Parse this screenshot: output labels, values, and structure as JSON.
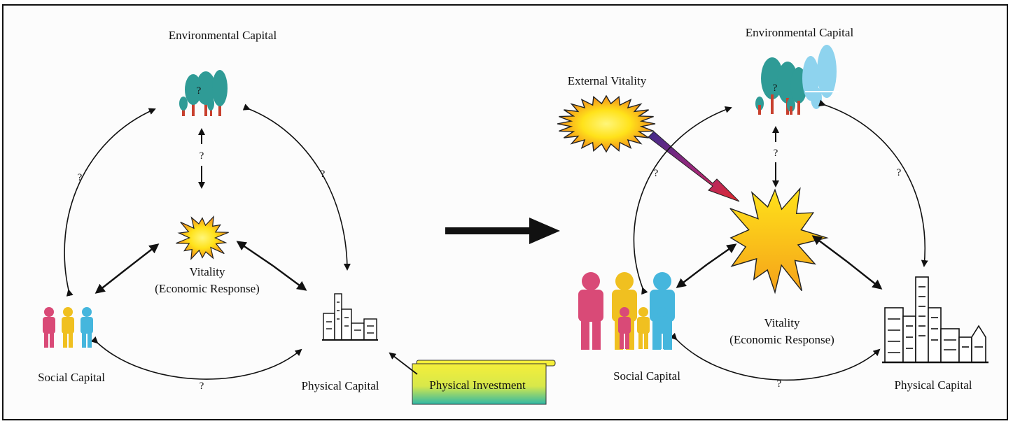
{
  "colors": {
    "frame": "#111111",
    "arrow": "#111111",
    "tree_teal": "#2f9b96",
    "tree_light": "#8ed3ee",
    "trunk": "#c8402e",
    "person_pink": "#d94a77",
    "person_yellow": "#f0c020",
    "person_blue": "#45b6dd",
    "burst_yellow": "#ffe21a",
    "burst_orange": "#f07a1a",
    "scroll_yellow": "#f4ee3a",
    "scroll_teal": "#2eb7a6",
    "gradient_arrow_start": "#3d2a8a",
    "gradient_arrow_end": "#e0282a"
  },
  "icons": [
    "trees-icon",
    "people-icon",
    "city-icon",
    "burst-icon",
    "scroll-icon",
    "right-arrow-icon"
  ],
  "left": {
    "environmental_capital": "Environmental Capital",
    "vitality_line1": "Vitality",
    "vitality_line2": "(Economic Response)",
    "social_capital": "Social Capital",
    "physical_capital": "Physical Capital",
    "q_env_vitality": "?",
    "q_social_env": "?",
    "q_physical_env": "?",
    "q_social_physical": "?",
    "q_tree": "?"
  },
  "physical_investment": "Physical Investment",
  "right": {
    "environmental_capital": "Environmental Capital",
    "external_vitality": "External Vitality",
    "vitality_line1": "Vitality",
    "vitality_line2": "(Economic Response)",
    "social_capital": "Social Capital",
    "physical_capital": "Physical Capital",
    "q_env_vitality": "?",
    "q_social_env": "?",
    "q_physical_env": "?",
    "q_social_physical": "?",
    "q_tree": "?"
  }
}
